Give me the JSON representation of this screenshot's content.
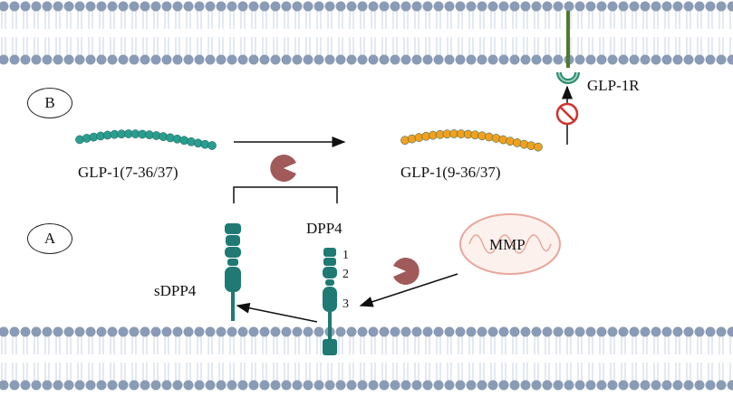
{
  "panel_labels": {
    "a": "A",
    "b": "B"
  },
  "molecules": {
    "glp1_active": "GLP-1(7-36/37)",
    "glp1_inactive": "GLP-1(9-36/37)",
    "receptor": "GLP-1R",
    "enzyme": "DPP4",
    "soluble_enzyme": "sDPP4",
    "protease": "MMP"
  },
  "domain_numbers": [
    "1",
    "2",
    "3"
  ],
  "colors": {
    "membrane_head": "#8a9bb5",
    "membrane_tail": "#c8d3e3",
    "glp1_active_bead": "#2a9d8f",
    "glp1_inactive_bead": "#f0a020",
    "enzyme_teal": "#1f7a73",
    "pacman": "#a05a5a",
    "receptor_stem": "#4f7a2a",
    "receptor_cup": "#2a8a6a",
    "block_sign": "#d32f2f",
    "mito_outline": "#e8a79a",
    "mito_fill": "#fdf1ee"
  }
}
